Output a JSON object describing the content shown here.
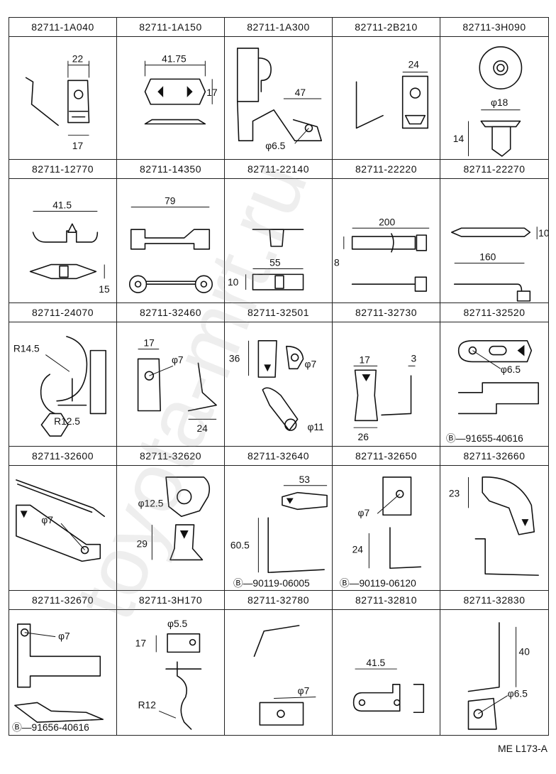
{
  "catalog": {
    "code": "ME L173-A",
    "watermark": "toyota-mrt.ru",
    "cells": [
      {
        "part_no": "82711-1A040",
        "callouts": [
          "22",
          "17"
        ]
      },
      {
        "part_no": "82711-1A150",
        "callouts": [
          "41.75",
          "17"
        ]
      },
      {
        "part_no": "82711-1A300",
        "callouts": [
          "47",
          "φ6.5"
        ]
      },
      {
        "part_no": "82711-2B210",
        "callouts": [
          "24"
        ]
      },
      {
        "part_no": "82711-3H090",
        "callouts": [
          "φ18",
          "14"
        ]
      },
      {
        "part_no": "82711-12770",
        "callouts": [
          "41.5",
          "15"
        ]
      },
      {
        "part_no": "82711-14350",
        "callouts": [
          "79"
        ]
      },
      {
        "part_no": "82711-22140",
        "callouts": [
          "55",
          "10"
        ]
      },
      {
        "part_no": "82711-22220",
        "callouts": [
          "200",
          "8"
        ]
      },
      {
        "part_no": "82711-22270",
        "callouts": [
          "160",
          "10"
        ]
      },
      {
        "part_no": "82711-24070",
        "callouts": [
          "R14.5",
          "R12.5"
        ]
      },
      {
        "part_no": "82711-32460",
        "callouts": [
          "17",
          "φ7",
          "24"
        ]
      },
      {
        "part_no": "82711-32501",
        "callouts": [
          "36",
          "φ7",
          "φ11"
        ]
      },
      {
        "part_no": "82711-32730",
        "callouts": [
          "17",
          "3",
          "26"
        ]
      },
      {
        "part_no": "82711-32520",
        "callouts": [
          "φ6.5",
          "Ⓑ—91655-40616"
        ]
      },
      {
        "part_no": "82711-32600",
        "callouts": [
          "φ7"
        ]
      },
      {
        "part_no": "82711-32620",
        "callouts": [
          "φ12.5",
          "29"
        ]
      },
      {
        "part_no": "82711-32640",
        "callouts": [
          "53",
          "60.5",
          "Ⓑ—90119-06005"
        ]
      },
      {
        "part_no": "82711-32650",
        "callouts": [
          "φ7",
          "24",
          "Ⓑ—90119-06120"
        ]
      },
      {
        "part_no": "82711-32660",
        "callouts": [
          "23"
        ]
      },
      {
        "part_no": "82711-32670",
        "callouts": [
          "φ7",
          "Ⓑ—91656-40616"
        ]
      },
      {
        "part_no": "82711-3H170",
        "callouts": [
          "φ5.5",
          "17",
          "R12"
        ]
      },
      {
        "part_no": "82711-32780",
        "callouts": [
          "φ7"
        ]
      },
      {
        "part_no": "82711-32810",
        "callouts": [
          "41.5"
        ]
      },
      {
        "part_no": "82711-32830",
        "callouts": [
          "40",
          "φ6.5"
        ]
      }
    ]
  }
}
